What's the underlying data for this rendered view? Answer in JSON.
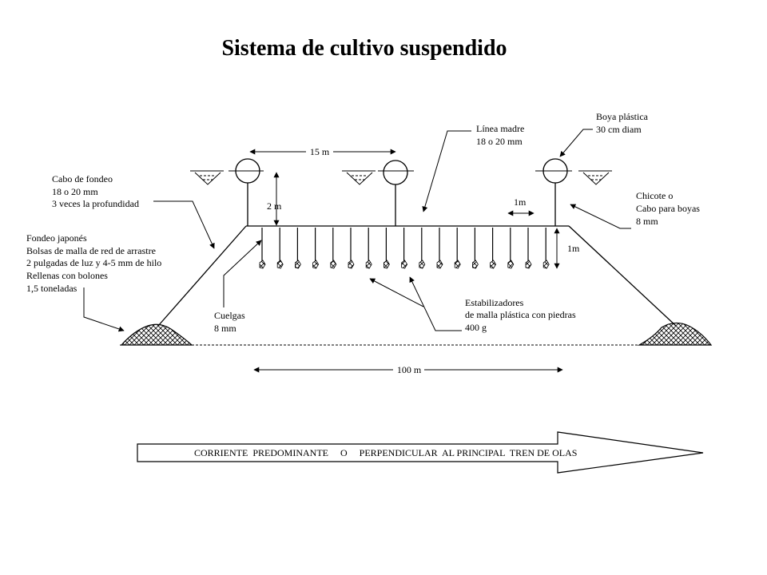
{
  "title": "Sistema de cultivo suspendido",
  "labels": {
    "cabo_fondeo": [
      "Cabo de fondeo",
      "18 o 20  mm",
      "3 veces la profundidad"
    ],
    "fondeo_japones": [
      "Fondeo japonés",
      "Bolsas de malla de red de arrastre",
      "2 pulgadas de luz y 4-5 mm de  hilo",
      "Rellenas con bolones",
      "1,5  toneladas"
    ],
    "linea_madre": [
      "Línea madre",
      "18 o 20 mm"
    ],
    "boya": [
      "Boya plástica",
      "30  cm diam"
    ],
    "chicote": [
      "Chicote o",
      "Cabo para boyas",
      "8 mm"
    ],
    "cuelgas": [
      "Cuelgas",
      "8 mm"
    ],
    "estabilizadores": [
      "Estabilizadores",
      "de malla plástica con piedras",
      "400 g"
    ]
  },
  "dimensions": {
    "buoy_spacing": "15 m",
    "depth": "2 m",
    "hanger_spacing": "1m",
    "hanger_length": "1m",
    "total_length": "100 m"
  },
  "current_arrow": "CORRIENTE  PREDOMINANTE     O     PERPENDICULAR  AL PRINCIPAL  TREN DE OLAS",
  "colors": {
    "line": "#000000",
    "background": "#ffffff"
  }
}
